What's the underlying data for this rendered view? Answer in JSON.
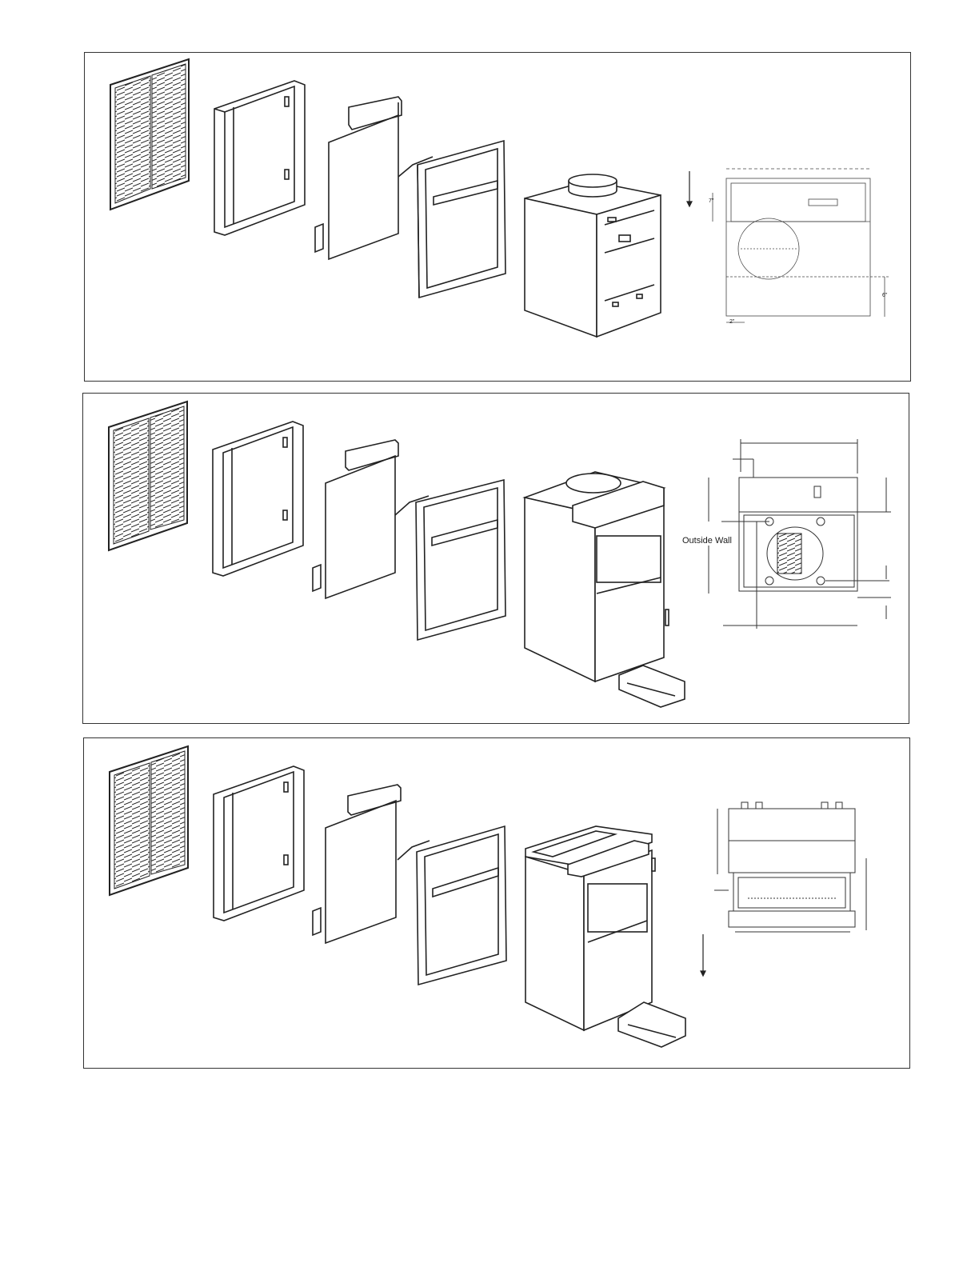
{
  "panel1": {
    "dimensions": {
      "top": "7\"",
      "right": "6\"",
      "left_bottom": "2\""
    }
  },
  "panel2": {
    "outside_wall_label": "Outside Wall"
  },
  "panel3": {}
}
